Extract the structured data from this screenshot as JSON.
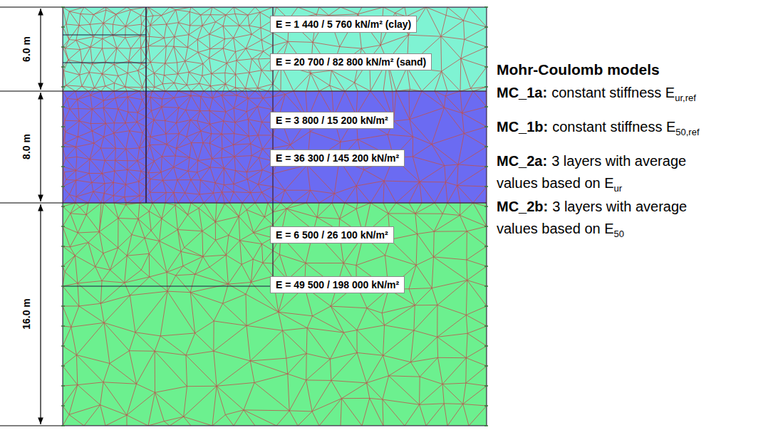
{
  "diagram": {
    "title": "Mohr-Coulomb models",
    "nodes": [
      {
        "text": [
          "E = 1 440 / 5 760 kN/m² (clay)"
        ]
      },
      {
        "text": [
          "E = 20 700 / 82 800 kN/m² (sand)"
        ]
      },
      {
        "text": [
          "E = 3 800 / 15 200 kN/m²"
        ]
      },
      {
        "text": [
          "E = 36 300 / 145 200 kN/m²"
        ]
      },
      {
        "text": [
          "E = 6 500 / 26 100 kN/m²"
        ]
      },
      {
        "text": [
          "E = 49 500 / 198 000 kN/m²"
        ]
      }
    ],
    "labels": [
      "6.0 m",
      "8.0 m",
      "16.0 m",
      "MC_1a:",
      "constant stiffness E",
      "ur,ref",
      "MC_1b:",
      "constant stiffness E",
      "50,ref",
      "MC_2a:",
      "3 layers with average",
      "values based on E",
      "ur",
      "MC_2b:",
      "3 layers with average",
      "values based on E",
      "50"
    ]
  }
}
